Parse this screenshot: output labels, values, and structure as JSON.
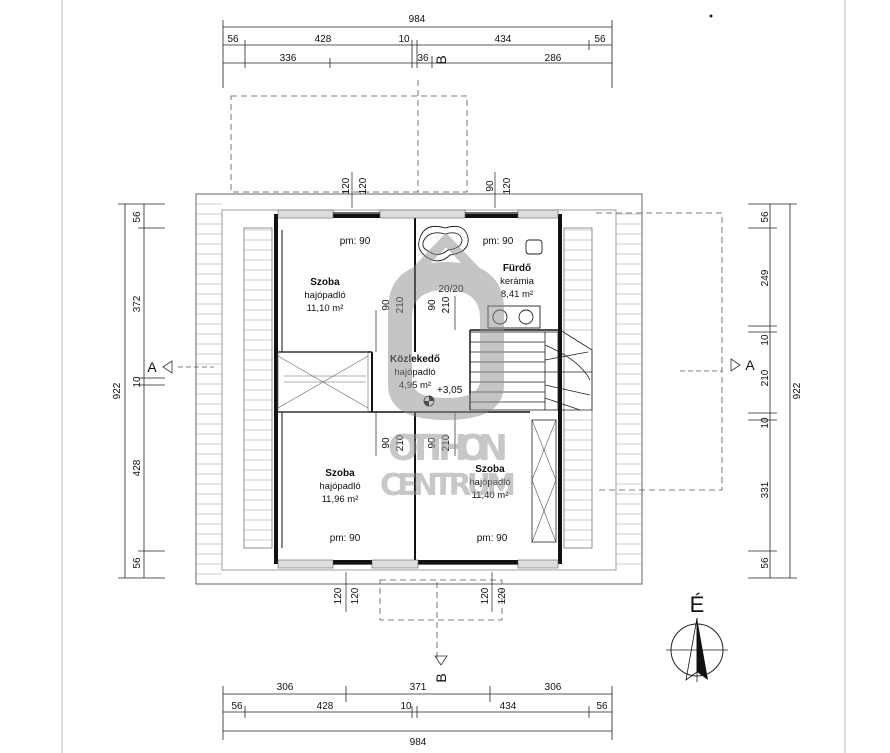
{
  "dimensions": {
    "top_total": "984",
    "top_row2": [
      "56",
      "428",
      "10",
      "434",
      "56"
    ],
    "top_row3": [
      "336",
      "36",
      "286"
    ],
    "bottom_total": "984",
    "bottom_row1": [
      "306",
      "371",
      "306"
    ],
    "bottom_row2": [
      "56",
      "428",
      "10",
      "434",
      "56"
    ],
    "left_total": "922",
    "left_segments": [
      "56",
      "372",
      "10",
      "428",
      "56"
    ],
    "right_total": "922",
    "right_segments": [
      "56",
      "249",
      "10",
      "210",
      "10",
      "331",
      "56"
    ]
  },
  "windows": {
    "top": [
      "120",
      "120",
      "90",
      "120"
    ],
    "bottom": [
      "120",
      "120",
      "120",
      "120"
    ]
  },
  "rooms": [
    {
      "name": "Szoba",
      "floor": "hajópadló",
      "area": "11,10 m²",
      "parapet": "pm: 90"
    },
    {
      "name": "Fürdő",
      "floor": "kerámia",
      "area": "8,41 m²",
      "parapet": "pm: 90"
    },
    {
      "name": "Közlekedő",
      "floor": "hajópadló",
      "area": "4,95 m²"
    },
    {
      "name": "Szoba",
      "floor": "hajópadló",
      "area": "11,96 m²",
      "parapet": "pm: 90"
    },
    {
      "name": "Szoba",
      "floor": "hajópadló",
      "area": "11,40 m²",
      "parapet": "pm: 90"
    }
  ],
  "doors": {
    "upper": [
      "90",
      "210",
      "90",
      "210"
    ],
    "lower": [
      "90",
      "210",
      "90",
      "210"
    ]
  },
  "chimney": "20/20",
  "level": "+3,05",
  "section_labels": {
    "a": "A",
    "b": "B"
  },
  "north_label": "É",
  "watermark": {
    "logo": "OC",
    "line1": "OTTHON",
    "line2": "CENTRUM"
  }
}
